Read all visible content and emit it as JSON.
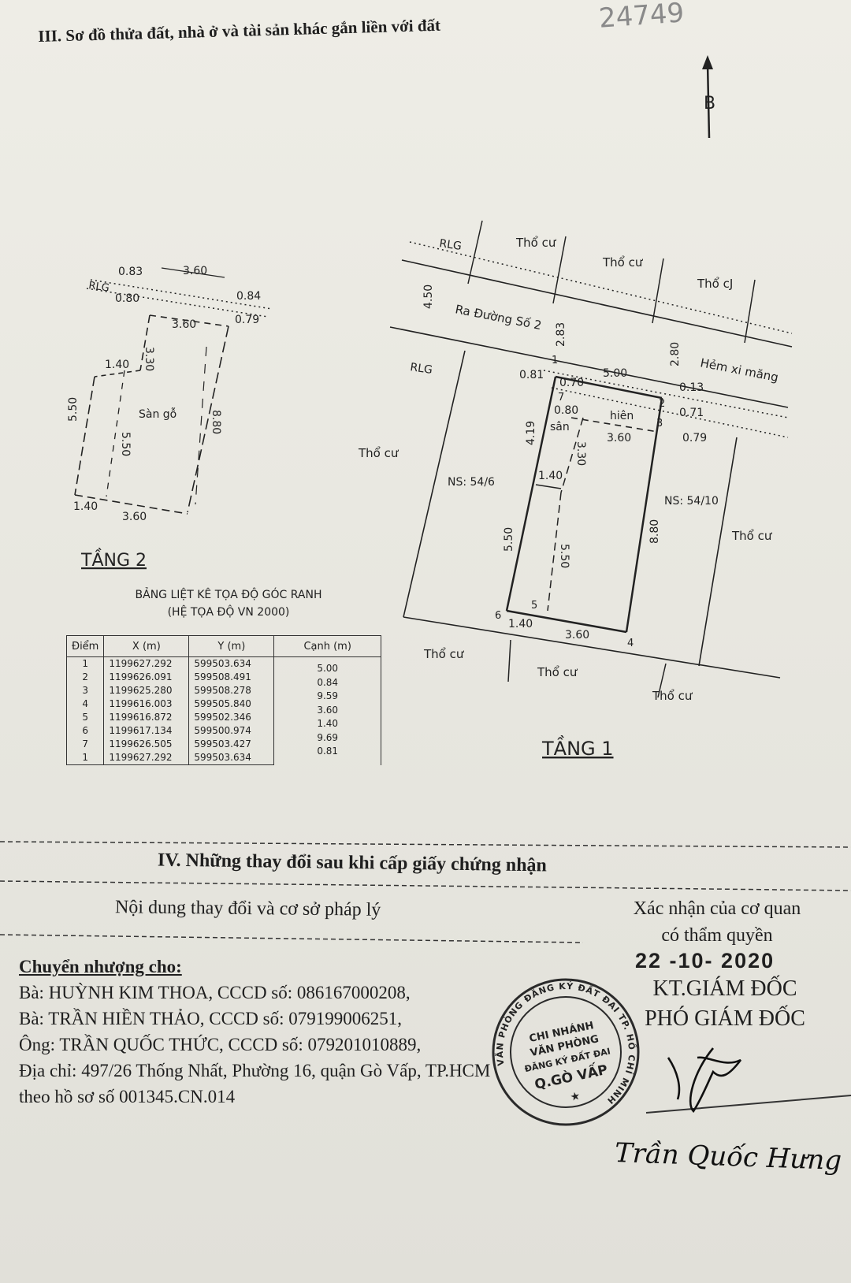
{
  "section3": {
    "title": "III. Sơ đồ thửa đất, nhà ở và tài sản khác gắn liền với đất",
    "corner_scrawl": "24749"
  },
  "north_arrow": {
    "label": "B",
    "icon": "north-arrow-icon"
  },
  "floor2": {
    "label": "TẦNG 2",
    "room": "Sàn gỗ",
    "rlg": "RLG",
    "dims": {
      "top_a": "0.83",
      "top_b": "3.60",
      "right_a": "0.84",
      "left_a": "0.80",
      "inner_top": "3.60",
      "right_b": "0.79",
      "inner_v": "3.30",
      "ledge": "1.40",
      "left_v": "5.50",
      "inner_v2": "5.50",
      "right_v": "8.80",
      "bottom_a": "1.40",
      "bottom_b": "3.60"
    }
  },
  "floor1": {
    "label": "TẦNG 1",
    "rlg_top": "RLG",
    "rlg_side": "RLG",
    "road": "Ra Đường Số 2",
    "alley": "Hẻm xi măng",
    "ns_left": "NS: 54/6",
    "ns_right": "NS: 54/10",
    "hien": "hiên",
    "san": "sân",
    "neighbors": [
      "Thổ cư",
      "Thổ cư",
      "Thổ cJ",
      "Thổ cư",
      "Thổ cư",
      "Thổ cư",
      "Thổ cư",
      "Thổ cư"
    ],
    "dims": {
      "road_w": "4.50",
      "d283": "2.83",
      "d081": "0.81",
      "d500": "5.00",
      "d280": "2.80",
      "d070": "0.70",
      "d013": "0.13",
      "d080": "0.80",
      "d071": "0.71",
      "d419": "4.19",
      "d360": "3.60",
      "d079": "0.79",
      "d330": "3.30",
      "d140": "1.40",
      "d550a": "5.50",
      "d550b": "5.50",
      "d880": "8.80",
      "d140b": "1.40",
      "d360b": "3.60"
    },
    "points": [
      "1",
      "2",
      "3",
      "4",
      "5",
      "6",
      "7"
    ]
  },
  "coord_table": {
    "title": "BẢNG LIỆT KÊ TỌA ĐỘ GÓC RANH",
    "subtitle": "(HỆ TỌA ĐỘ VN 2000)",
    "headers": [
      "Điểm",
      "X (m)",
      "Y (m)",
      "Cạnh (m)"
    ],
    "rows": [
      [
        "1",
        "1199627.292",
        "599503.634"
      ],
      [
        "2",
        "1199626.091",
        "599508.491"
      ],
      [
        "3",
        "1199625.280",
        "599508.278"
      ],
      [
        "4",
        "1199616.003",
        "599505.840"
      ],
      [
        "5",
        "1199616.872",
        "599502.346"
      ],
      [
        "6",
        "1199617.134",
        "599500.974"
      ],
      [
        "7",
        "1199626.505",
        "599503.427"
      ],
      [
        "1",
        "1199627.292",
        "599503.634"
      ]
    ],
    "edges": [
      "5.00",
      "0.84",
      "9.59",
      "3.60",
      "1.40",
      "9.69",
      "0.81"
    ]
  },
  "section4": {
    "title": "IV. Những thay đổi sau khi cấp giấy chứng nhận",
    "col_left": "Nội dung thay đổi và cơ sở pháp lý",
    "col_right": [
      "Xác nhận của cơ quan",
      "có thẩm quyền"
    ],
    "transfer_heading": "Chuyển nhượng cho:",
    "transfer_lines": [
      "Bà: HUỲNH KIM THOA, CCCD số: 086167000208,",
      "Bà: TRẦN HIỀN THẢO, CCCD số: 079199006251,",
      "Ông: TRẦN QUỐC THỨC, CCCD số: 079201010889,",
      "Địa chỉ: 497/26 Thống Nhất, Phường 16, quận Gò Vấp, TP.HCM",
      "theo hồ sơ số 001345.CN.014"
    ],
    "date": "22 -10- 2020",
    "role": [
      "KT.GIÁM ĐỐC",
      "PHÓ GIÁM ĐỐC"
    ],
    "signer": "Trần Quốc Hưng",
    "stamp": {
      "ring": "VĂN PHÒNG ĐĂNG KÝ ĐẤT ĐAI TP. HỒ CHÍ MINH",
      "center": [
        "CHI NHÁNH",
        "VĂN PHÒNG",
        "ĐĂNG KÝ ĐẤT ĐAI",
        "Q.GÒ VẤP"
      ]
    }
  },
  "colors": {
    "ink": "#1f1f1f",
    "paper": "#ecebe4",
    "stamp": "#2a2a2a"
  }
}
